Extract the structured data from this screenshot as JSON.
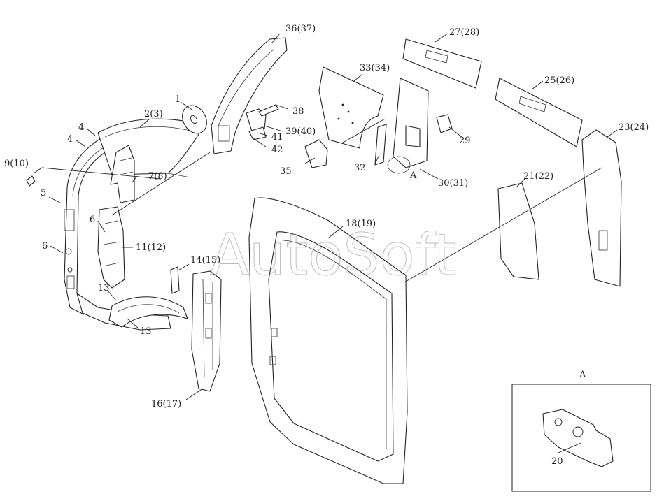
{
  "watermark": "AutoSoft",
  "detail": {
    "title": "A",
    "label": "20"
  },
  "callouts": [
    {
      "id": "1",
      "text": "1"
    },
    {
      "id": "2",
      "text": "2(3)"
    },
    {
      "id": "4a",
      "text": "4"
    },
    {
      "id": "4b",
      "text": "4"
    },
    {
      "id": "5",
      "text": "5"
    },
    {
      "id": "6a",
      "text": "6"
    },
    {
      "id": "6b",
      "text": "6"
    },
    {
      "id": "7",
      "text": "7(8)"
    },
    {
      "id": "9",
      "text": "9(10)"
    },
    {
      "id": "11",
      "text": "11(12)"
    },
    {
      "id": "13a",
      "text": "13"
    },
    {
      "id": "13b",
      "text": "13"
    },
    {
      "id": "14",
      "text": "14(15)"
    },
    {
      "id": "16",
      "text": "16(17)"
    },
    {
      "id": "18",
      "text": "18(19)"
    },
    {
      "id": "21",
      "text": "21(22)"
    },
    {
      "id": "23",
      "text": "23(24)"
    },
    {
      "id": "25",
      "text": "25(26)"
    },
    {
      "id": "27",
      "text": "27(28)"
    },
    {
      "id": "29",
      "text": "29"
    },
    {
      "id": "30",
      "text": "30(31)"
    },
    {
      "id": "32",
      "text": "32"
    },
    {
      "id": "33",
      "text": "33(34)"
    },
    {
      "id": "35",
      "text": "35"
    },
    {
      "id": "36",
      "text": "36(37)"
    },
    {
      "id": "38",
      "text": "38"
    },
    {
      "id": "39",
      "text": "39(40)"
    },
    {
      "id": "41",
      "text": "41"
    },
    {
      "id": "42",
      "text": "42"
    },
    {
      "id": "A",
      "text": "A"
    }
  ]
}
